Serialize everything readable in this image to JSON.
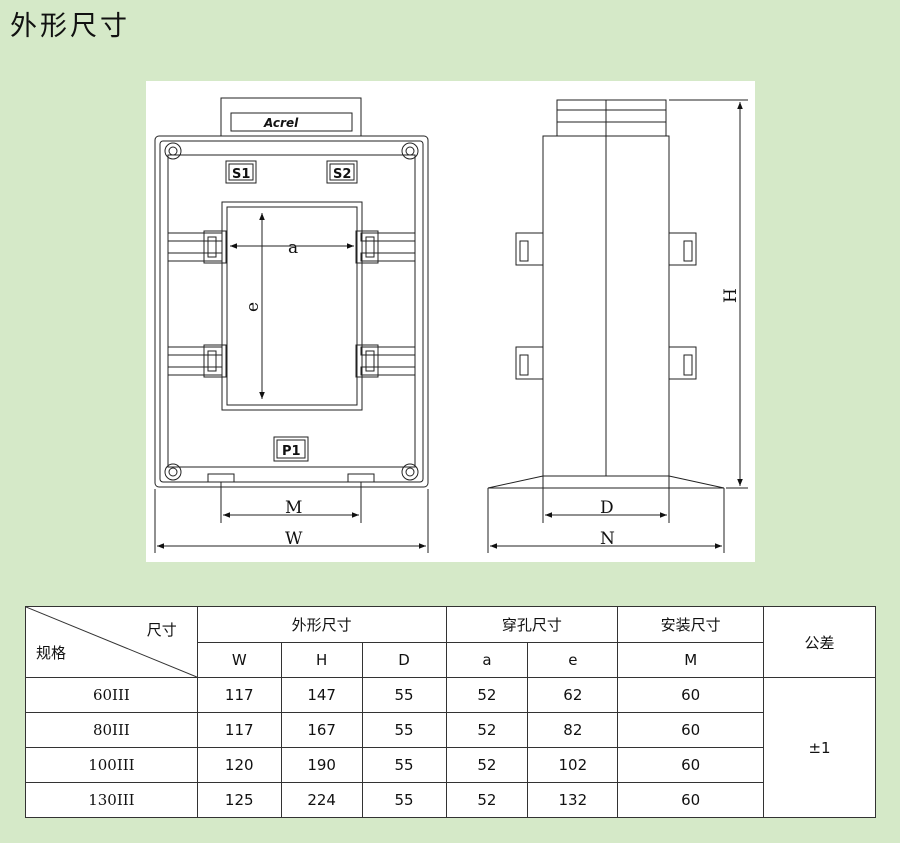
{
  "page_title": "外形尺寸",
  "drawing": {
    "logo": "Acrel",
    "terminal_s1": "S1",
    "terminal_s2": "S2",
    "terminal_p1": "P1",
    "dim_a": "a",
    "dim_e": "e",
    "dim_m": "M",
    "dim_w": "W",
    "dim_h": "H",
    "dim_d": "D",
    "dim_n": "N"
  },
  "table": {
    "corner_top": "尺寸",
    "corner_bottom": "规格",
    "groups": [
      "外形尺寸",
      "穿孔尺寸",
      "安装尺寸",
      "公差"
    ],
    "columns": [
      "W",
      "H",
      "D",
      "a",
      "e",
      "M"
    ],
    "tolerance": "±1",
    "rows": [
      {
        "model": "60III",
        "W": "117",
        "H": "147",
        "D": "55",
        "a": "52",
        "e": "62",
        "M": "60"
      },
      {
        "model": "80III",
        "W": "117",
        "H": "167",
        "D": "55",
        "a": "52",
        "e": "82",
        "M": "60"
      },
      {
        "model": "100III",
        "W": "120",
        "H": "190",
        "D": "55",
        "a": "52",
        "e": "102",
        "M": "60"
      },
      {
        "model": "130III",
        "W": "125",
        "H": "224",
        "D": "55",
        "a": "52",
        "e": "132",
        "M": "60"
      }
    ]
  }
}
